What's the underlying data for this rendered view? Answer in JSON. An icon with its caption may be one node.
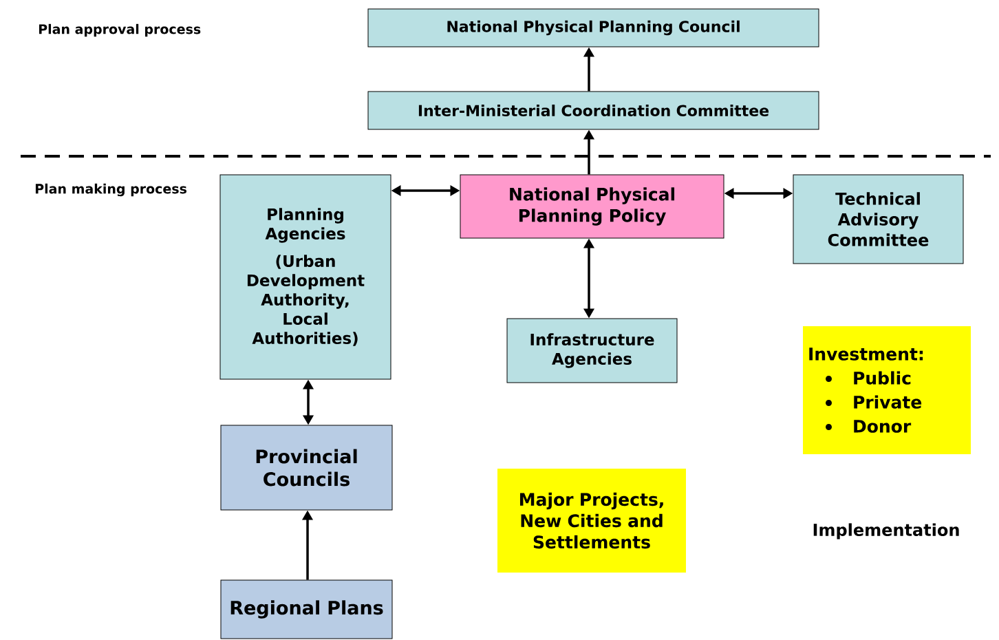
{
  "diagram": {
    "nodes": [
      {
        "text": [
          "National Physical Planning Council"
        ]
      },
      {
        "text": [
          "Inter-Ministerial Coordination Committee"
        ]
      },
      {
        "text": [
          "Planning Agencies",
          "(Urban Development Authority, Local Authorities)"
        ]
      },
      {
        "text": [
          "National Physical Planning Policy"
        ]
      },
      {
        "text": [
          "Technical Advisory Committee"
        ]
      },
      {
        "text": [
          "Infrastructure Agencies"
        ]
      },
      {
        "text": [
          "Provincial Councils"
        ]
      },
      {
        "text": [
          "Regional Plans"
        ]
      },
      {
        "text": [
          "Major Projects, New Cities and Settlements"
        ]
      },
      {
        "text": [
          "Investment:",
          "Public",
          "Private",
          "Donor"
        ]
      }
    ],
    "edges": [
      {
        "from": 1,
        "to": 0,
        "arrow": "to"
      },
      {
        "from": 3,
        "to": 1,
        "arrow": "to"
      },
      {
        "from": 2,
        "to": 3,
        "arrow": "both"
      },
      {
        "from": 3,
        "to": 4,
        "arrow": "both"
      },
      {
        "from": 3,
        "to": 5,
        "arrow": "both"
      },
      {
        "from": 2,
        "to": 6,
        "arrow": "both"
      },
      {
        "from": 7,
        "to": 6,
        "arrow": "to"
      }
    ],
    "labels": [
      "Plan approval process",
      "Plan making process",
      "Implementation"
    ]
  }
}
